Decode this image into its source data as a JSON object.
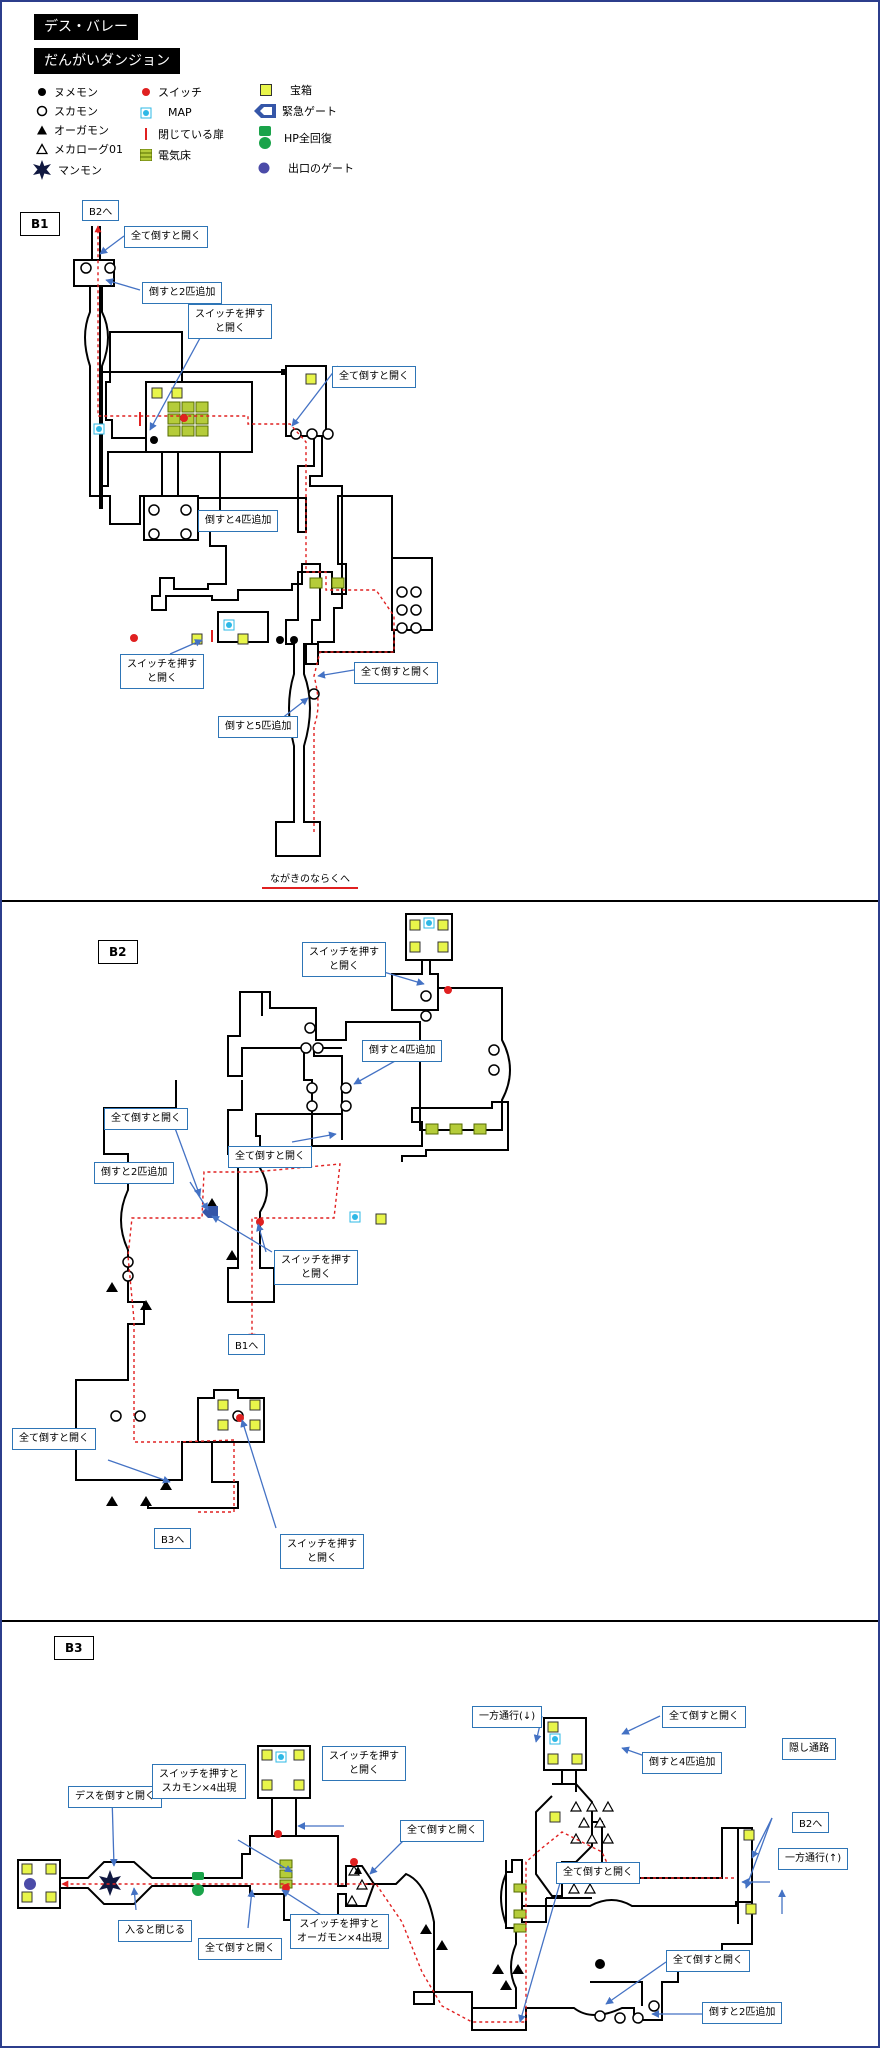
{
  "header": {
    "title": "デス・バレー",
    "subtitle": "だんがいダンジョン"
  },
  "legend": {
    "numemon": "ヌメモン",
    "sukamon": "スカモン",
    "ogremon": "オーガモン",
    "mechanorimon": "メカローグ01",
    "manmon": "マンモン",
    "switch": "スイッチ",
    "map": "MAP",
    "closed_door": "閉じている扉",
    "electric_floor": "電気床",
    "treasure": "宝箱",
    "emergency_gate": "緊急ゲート",
    "hp_recovery": "HP全回復",
    "exit_gate": "出口のゲート"
  },
  "colors": {
    "wall": "#000000",
    "route": "#e02020",
    "callout_border": "#2e75b6",
    "arrow": "#4472c4",
    "treasure": "#e8f54a",
    "electric": "#b5cc3a",
    "map": "#2eb8e6",
    "hp": "#1aa34a",
    "exit_gate": "#4b4ba8"
  },
  "b1": {
    "label": "B1",
    "to_b2": "B2へ",
    "bottom": "ながきのならくへ",
    "callouts": [
      "全て倒すと開く",
      "倒すと2匹追加",
      "スイッチを押す\nと開く",
      "全て倒すと開く",
      "倒すと4匹追加",
      "スイッチを押す\nと開く",
      "全て倒すと開く",
      "倒すと5匹追加"
    ]
  },
  "b2": {
    "label": "B2",
    "to_b1": "B1へ",
    "to_b3": "B3へ",
    "callouts": [
      "スイッチを押す\nと開く",
      "倒すと4匹追加",
      "全て倒すと開く",
      "全て倒すと開く",
      "倒すと2匹追加",
      "スイッチを押す\nと開く",
      "全て倒すと開く",
      "スイッチを押す\nと開く"
    ]
  },
  "b3": {
    "label": "B3",
    "to_b2": "B2へ",
    "callouts": [
      "デスを倒すと開く",
      "入ると閉じる",
      "スイッチを押すと\nスカモン×4出現",
      "スイッチを押す\nと開く",
      "全て倒すと開く",
      "スイッチを押すと\nオーガモン×4出現",
      "全て倒すと開く",
      "一方通行(↓)",
      "全て倒すと開く",
      "倒すと4匹追加",
      "隠し通路",
      "一方通行(↑)",
      "全て倒すと開く",
      "全て倒すと開く",
      "倒すと2匹追加"
    ]
  }
}
